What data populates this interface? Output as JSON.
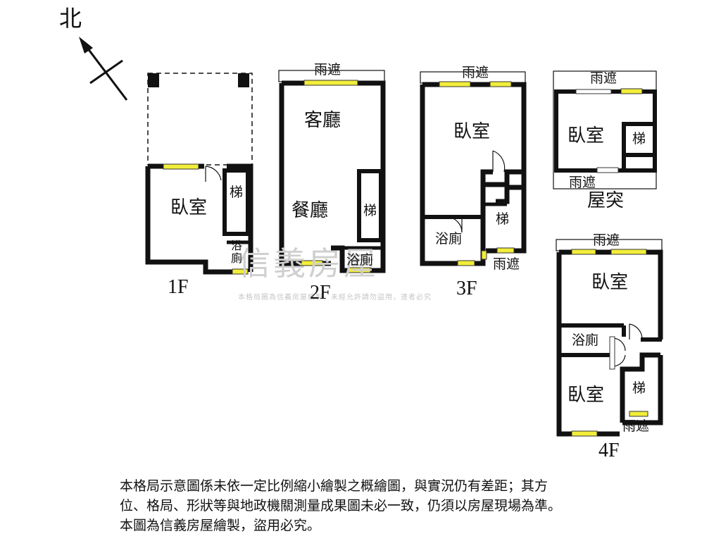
{
  "compass": {
    "label": "北"
  },
  "floors": {
    "f1": {
      "label": "1F",
      "rooms": {
        "bedroom": "臥室",
        "stairs": "梯",
        "bath": "浴\n廁"
      }
    },
    "f2": {
      "label": "2F",
      "canopy": "雨遮",
      "rooms": {
        "living": "客廳",
        "dining": "餐廳",
        "stairs": "梯",
        "bath": "浴廁"
      }
    },
    "f3": {
      "label": "3F",
      "canopy_top": "雨遮",
      "canopy_bottom": "雨遮",
      "rooms": {
        "bedroom": "臥室",
        "bath": "浴廁",
        "stairs": "梯"
      }
    },
    "roof": {
      "label": "屋突",
      "canopy_top": "雨遮",
      "canopy_bottom": "雨遮",
      "rooms": {
        "bedroom": "臥室",
        "stairs": "梯"
      }
    },
    "f4": {
      "label": "4F",
      "canopy_top": "雨遮",
      "canopy_bottom": "雨遮",
      "rooms": {
        "bedroom_top": "臥室",
        "bath": "浴廁",
        "bedroom_bottom": "臥室",
        "stairs": "梯"
      }
    }
  },
  "watermark": {
    "name": "信義房屋",
    "notice": "本格局圖為信義房屋繪製，未經允許請勿盜用，違者必究"
  },
  "disclaimer": {
    "line1": "本格局示意圖係未依一定比例縮小繪製之概繪圖，與實況仍有差距；其方",
    "line2": "位、格局、形狀等與地政機關測量成果圖未必一致，仍須以房屋現場為準。",
    "line3": "本圖為信義房屋繪製，盜用必究。"
  },
  "colors": {
    "wall": "#111111",
    "window": "#f2ee3a",
    "watermark": "#cfcfcf"
  }
}
